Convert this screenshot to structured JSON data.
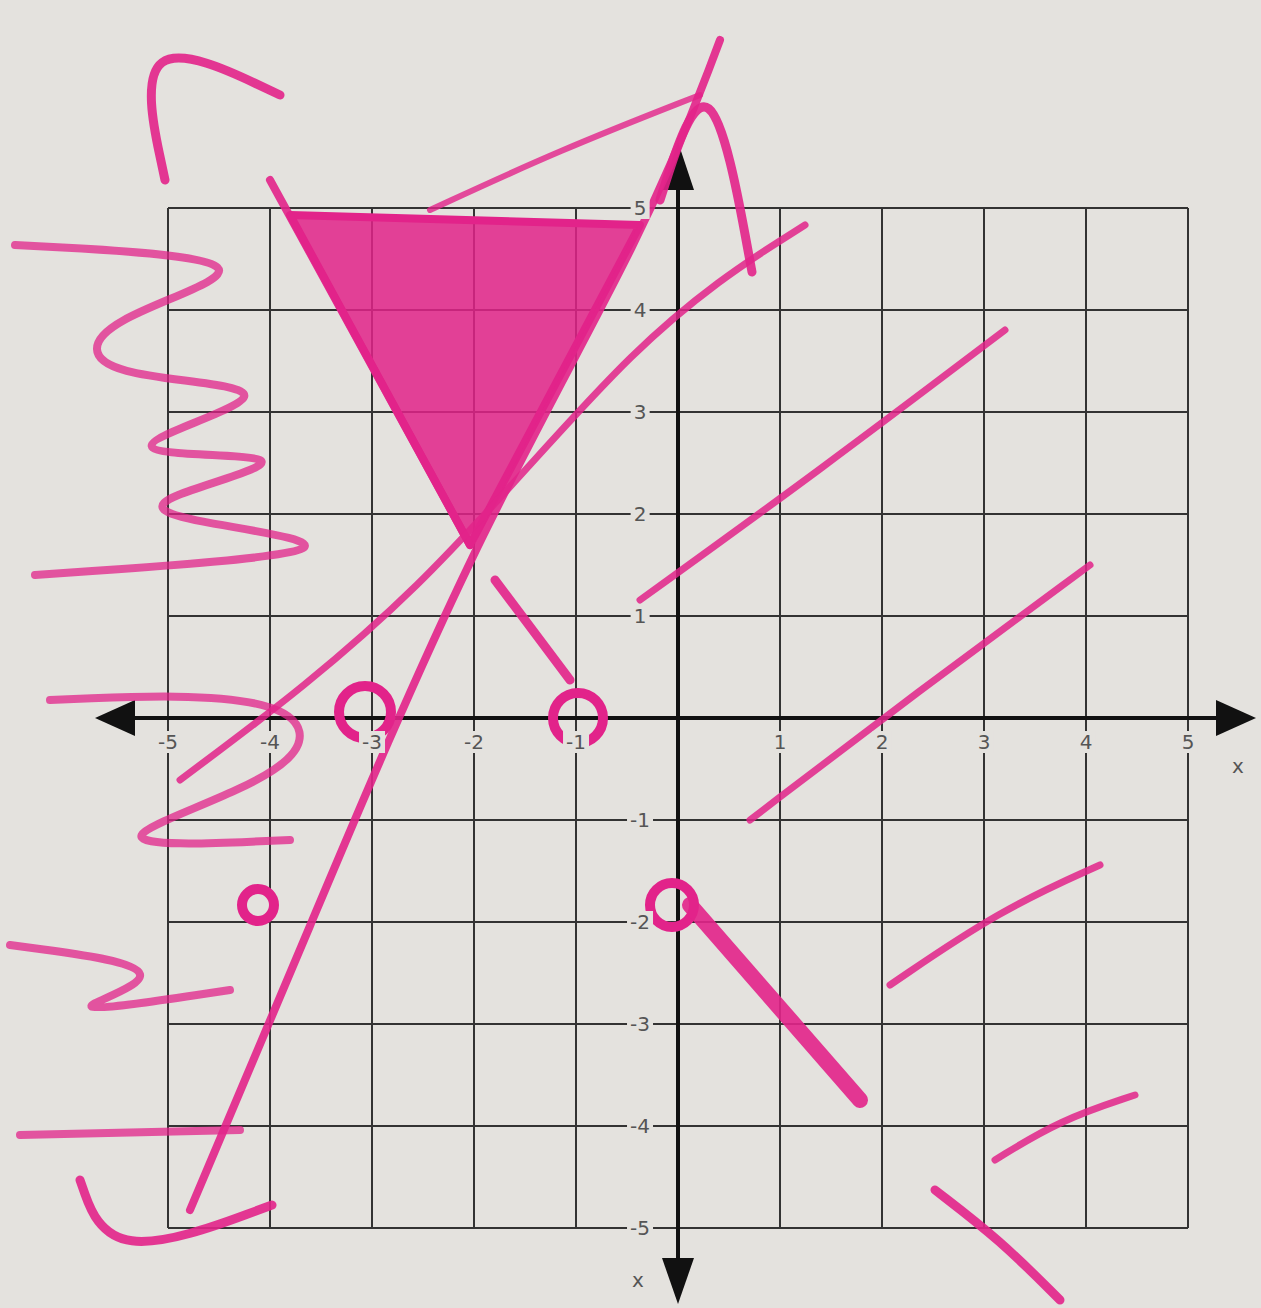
{
  "diagram": {
    "labels": [
      "-5",
      "-4",
      "-3",
      "-2",
      "-1",
      "1",
      "2",
      "3",
      "4",
      "5",
      "5",
      "4",
      "3",
      "2",
      "1",
      "-1",
      "-2",
      "-3",
      "-4",
      "-5",
      "x",
      "x"
    ]
  }
}
